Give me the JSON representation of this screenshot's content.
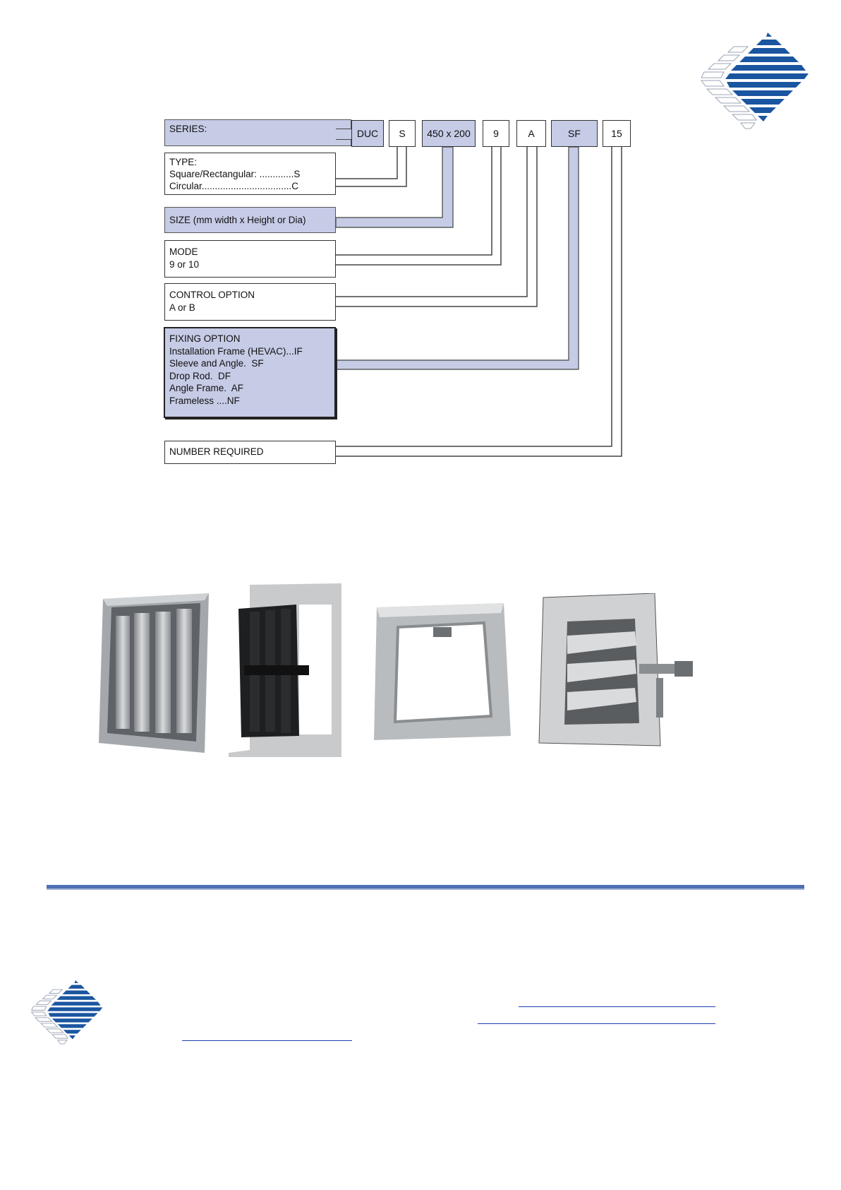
{
  "code_boxes": {
    "series": "DUC",
    "type": "S",
    "size": "450 x 200",
    "mode": "9",
    "control": "A",
    "fixing": "SF",
    "number": "15"
  },
  "labels": {
    "series": "SERIES:",
    "type": [
      "TYPE:",
      "Square/Rectangular: .............S",
      "Circular..................................C"
    ],
    "size": "SIZE (mm width x Height or Dia)",
    "mode": [
      "MODE",
      "9 or 10"
    ],
    "control": [
      "CONTROL OPTION",
      "A or B"
    ],
    "fixing": [
      "FIXING OPTION",
      "Installation Frame (HEVAC)...IF",
      "Sleeve and Angle.  SF",
      "Drop Rod.  DF",
      "Angle Frame.  AF",
      "Frameless ....NF"
    ],
    "number": "NUMBER REQUIRED"
  },
  "colors": {
    "fill": "#c6cbe6",
    "brand_blue": "#1a55a0",
    "rule": "#4f6fb5",
    "link": "#1f3fb0"
  },
  "icons": {
    "logo": "diamond-stripes-logo"
  }
}
